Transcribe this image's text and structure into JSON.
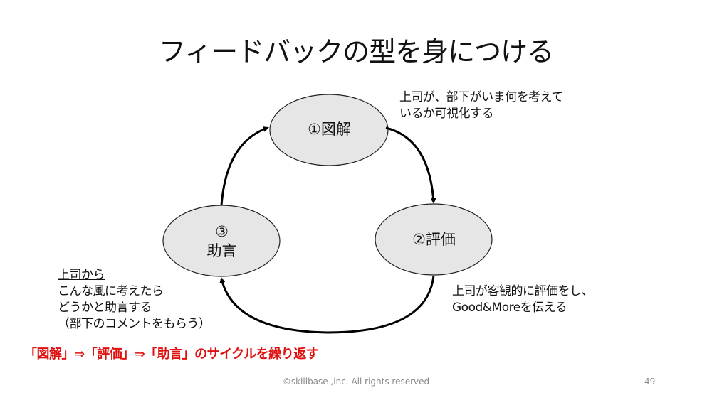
{
  "title": "フィードバックの型を身につける",
  "nodes": [
    {
      "label": "①図解"
    },
    {
      "label": "②評価"
    },
    {
      "num": "③",
      "label": "助言"
    }
  ],
  "notes": {
    "illustrate": {
      "underlined": "上司が",
      "line1_rest": "、部下がいま何を考えて",
      "line2": "いるか可視化する"
    },
    "evaluate": {
      "underlined": "上司が",
      "line1_rest": "客観的に評価をし、",
      "line2": "Good&Moreを伝える"
    },
    "advise": {
      "underlined": "上司から",
      "line2": "こんな風に考えたら",
      "line3": "どうかと助言する",
      "line4": "（部下のコメントをもらう）"
    }
  },
  "summary": "「図解」⇒「評価」⇒「助言」のサイクルを繰り返す",
  "colors": {
    "accent": "#e01010",
    "node_fill": "#e6e6e6"
  },
  "footer": {
    "copyright": "©skillbase ,inc. All rights reserved",
    "page": "49"
  }
}
